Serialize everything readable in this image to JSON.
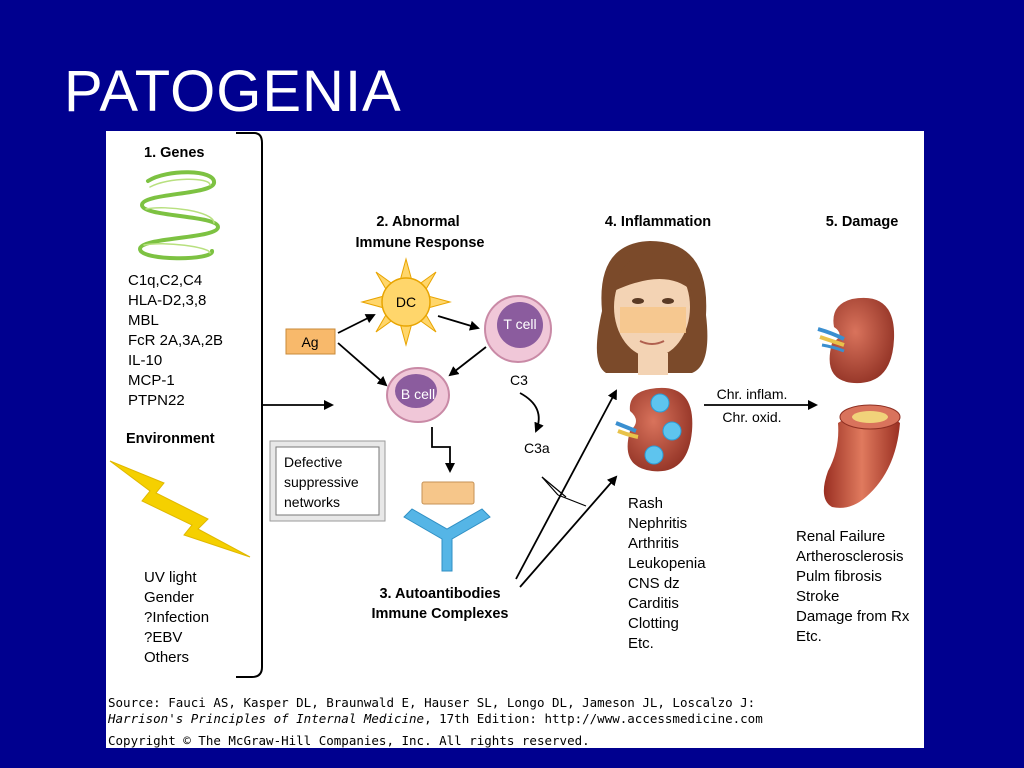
{
  "slide": {
    "title": "PATOGENIA"
  },
  "genes": {
    "heading": "1. Genes",
    "items": [
      "C1q,C2,C4",
      "HLA-D2,3,8",
      "MBL",
      "FcR 2A,3A,2B",
      "IL-10",
      "MCP-1",
      "PTPN22"
    ]
  },
  "environment": {
    "heading": "Environment",
    "items": [
      "UV light",
      "Gender",
      "?Infection",
      "?EBV",
      "Others"
    ]
  },
  "immune_response": {
    "heading_line1": "2. Abnormal",
    "heading_line2": "Immune Response",
    "dc_label": "DC",
    "tcell_label": "T cell",
    "bcell_label": "B cell",
    "ag_label": "Ag",
    "c3_label": "C3",
    "c3a_label": "C3a",
    "defective_lines": [
      "Defective",
      "suppressive",
      "networks"
    ]
  },
  "autoantibodies": {
    "line1": "3. Autoantibodies",
    "line2": "Immune Complexes"
  },
  "inflammation": {
    "heading": "4. Inflammation",
    "items": [
      "Rash",
      "Nephritis",
      "Arthritis",
      "Leukopenia",
      "CNS dz",
      "Carditis",
      "Clotting",
      "Etc."
    ]
  },
  "transition": {
    "line1": "Chr. inflam.",
    "line2": "Chr. oxid."
  },
  "damage": {
    "heading": "5. Damage",
    "items": [
      "Renal Failure",
      "Artherosclerosis",
      "Pulm fibrosis",
      "Stroke",
      "Damage from Rx",
      "Etc."
    ]
  },
  "source": {
    "line1": "Source: Fauci AS, Kasper DL, Braunwald E, Hauser SL, Longo DL, Jameson JL, Loscalzo J:",
    "book_title": "Harrison's Principles of Internal Medicine",
    "line2_rest": ", 17th Edition: http://www.accessmedicine.com",
    "line3": "Copyright © The McGraw-Hill Companies, Inc. All rights reserved."
  },
  "colors": {
    "slide_bg": "#00008f",
    "dna_green": "#7dc242",
    "bolt_yellow": "#f5d000",
    "dc_yellow": "#ffd66b",
    "cell_pink": "#e9b9cf",
    "cell_nucleus": "#8b5c9e",
    "antibody_blue": "#55b5e6",
    "antigen_tan": "#f6c68a",
    "ag_orange": "#f8b96b",
    "kidney_red": "#b44c3c",
    "artery_red": "#c9543e"
  }
}
